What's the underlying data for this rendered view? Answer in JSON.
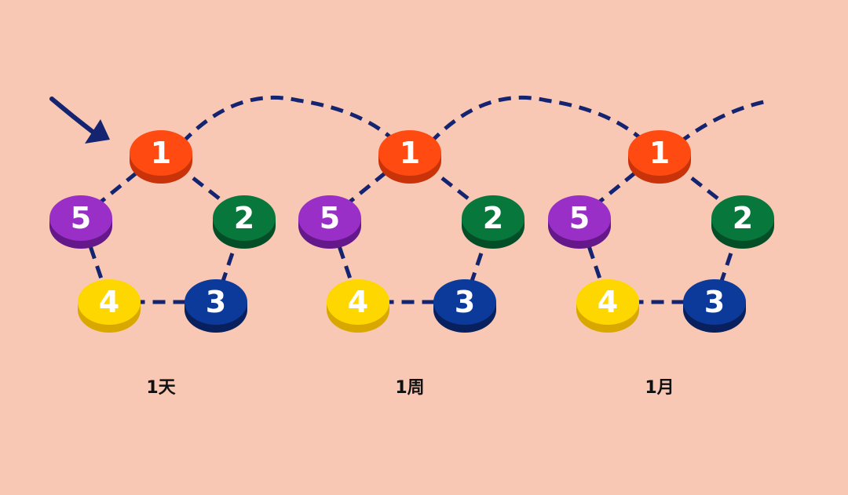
{
  "cycles": [
    {
      "label": "1天",
      "nodes": [
        {
          "label": "1",
          "color": "#FF4A12",
          "shade": "#C9330A"
        },
        {
          "label": "2",
          "color": "#07773C",
          "shade": "#044E27"
        },
        {
          "label": "3",
          "color": "#0C3A9A",
          "shade": "#08215E"
        },
        {
          "label": "4",
          "color": "#FFD700",
          "shade": "#D9A800"
        },
        {
          "label": "5",
          "color": "#9A2FC8",
          "shade": "#65188A"
        }
      ]
    },
    {
      "label": "1周",
      "nodes": [
        {
          "label": "1",
          "color": "#FF4A12",
          "shade": "#C9330A"
        },
        {
          "label": "2",
          "color": "#07773C",
          "shade": "#044E27"
        },
        {
          "label": "3",
          "color": "#0C3A9A",
          "shade": "#08215E"
        },
        {
          "label": "4",
          "color": "#FFD700",
          "shade": "#D9A800"
        },
        {
          "label": "5",
          "color": "#9A2FC8",
          "shade": "#65188A"
        }
      ]
    },
    {
      "label": "1月",
      "nodes": [
        {
          "label": "1",
          "color": "#FF4A12",
          "shade": "#C9330A"
        },
        {
          "label": "2",
          "color": "#07773C",
          "shade": "#044E27"
        },
        {
          "label": "3",
          "color": "#0C3A9A",
          "shade": "#08215E"
        },
        {
          "label": "4",
          "color": "#FFD700",
          "shade": "#D9A800"
        },
        {
          "label": "5",
          "color": "#9A2FC8",
          "shade": "#65188A"
        }
      ]
    }
  ],
  "colors": {
    "background": "#F9C8B4",
    "path": "#152470",
    "text": "#111111"
  },
  "icons": {
    "entry": "entry-arrow-icon"
  }
}
